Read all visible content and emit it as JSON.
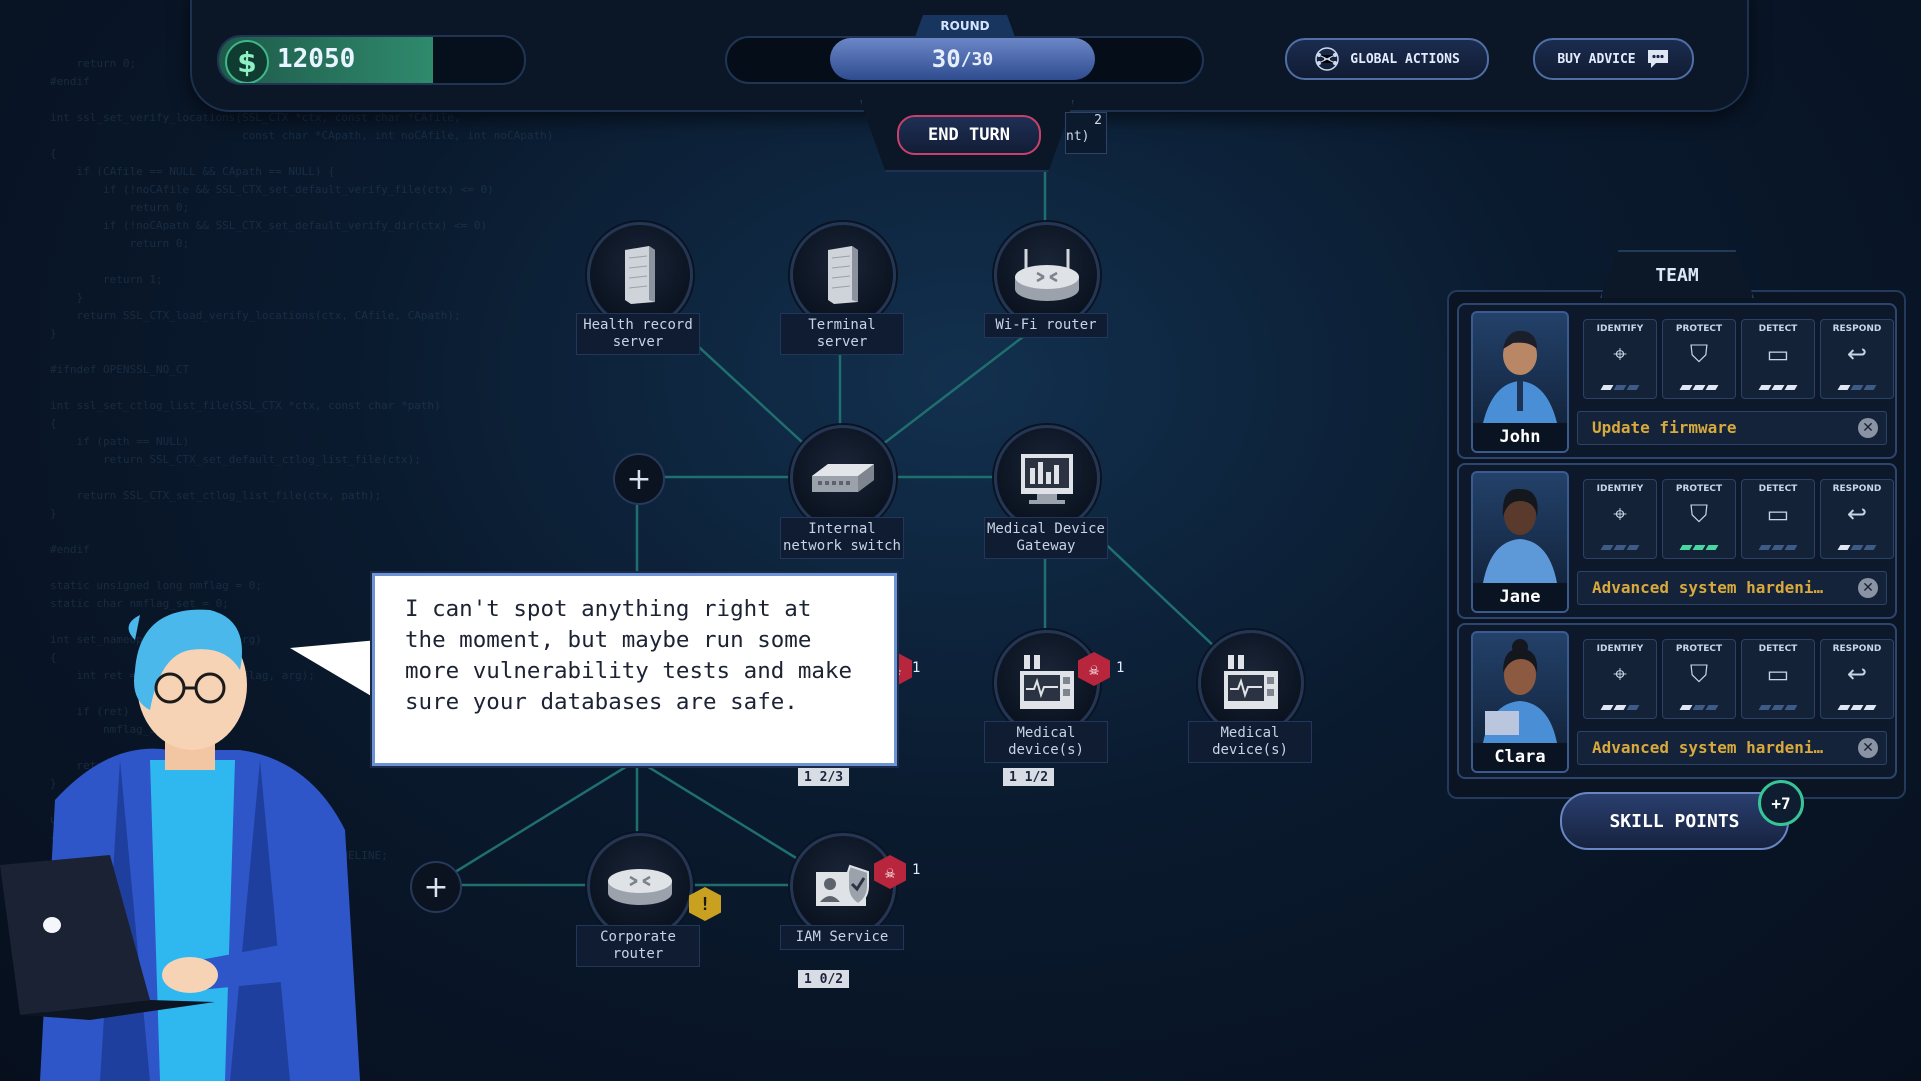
{
  "hud": {
    "money": "12050",
    "round_label": "ROUND",
    "round_current": "30",
    "round_total": "/30",
    "global_actions": "GLOBAL ACTIONS",
    "buy_advice": "BUY ADVICE",
    "end_turn": "END TURN",
    "hidden_tag_num": "2",
    "hidden_tag_text": "nt)"
  },
  "nodes": {
    "health_record": "Health record server",
    "terminal": "Terminal server",
    "wifi": "Wi-Fi router",
    "switch": "Internal network switch",
    "gateway": "Medical Device Gateway",
    "medical1": "Medical device(s)",
    "medical2": "Medical device(s)",
    "corp_router": "Corporate router",
    "iam": "IAM Service"
  },
  "counters": {
    "hidden_node": "1  2/3",
    "medical1": "1  1/2",
    "iam": "1  0/2"
  },
  "threats": {
    "hidden_node": "1",
    "medical1": "1",
    "iam": "1"
  },
  "advisor": {
    "speech": "I can't spot anything right at the moment, but maybe run some more vulnerability tests and make sure your databases are safe."
  },
  "team": {
    "title": "TEAM",
    "skill_titles": [
      "IDENTIFY",
      "PROTECT",
      "DETECT",
      "RESPOND"
    ],
    "members": [
      {
        "name": "John",
        "task": "Update firmware"
      },
      {
        "name": "Jane",
        "task": "Advanced system hardeni…"
      },
      {
        "name": "Clara",
        "task": "Advanced system hardeni…"
      }
    ],
    "skill_points": "SKILL POINTS",
    "skill_points_badge": "+7"
  },
  "colors": {
    "accent_green": "#49d6a3",
    "threat_red": "#b7263c",
    "warning_yellow": "#c9a020",
    "task_gold": "#d8a93c"
  },
  "icons": [
    "dollar-icon",
    "global-network-icon",
    "chat-icon",
    "server-icon",
    "router-icon",
    "switch-icon",
    "gateway-icon",
    "medical-device-icon",
    "iam-icon",
    "skull-icon",
    "warning-icon",
    "crosshair-icon",
    "shield-icon",
    "monitor-signal-icon",
    "reply-arrow-icon",
    "close-icon"
  ]
}
